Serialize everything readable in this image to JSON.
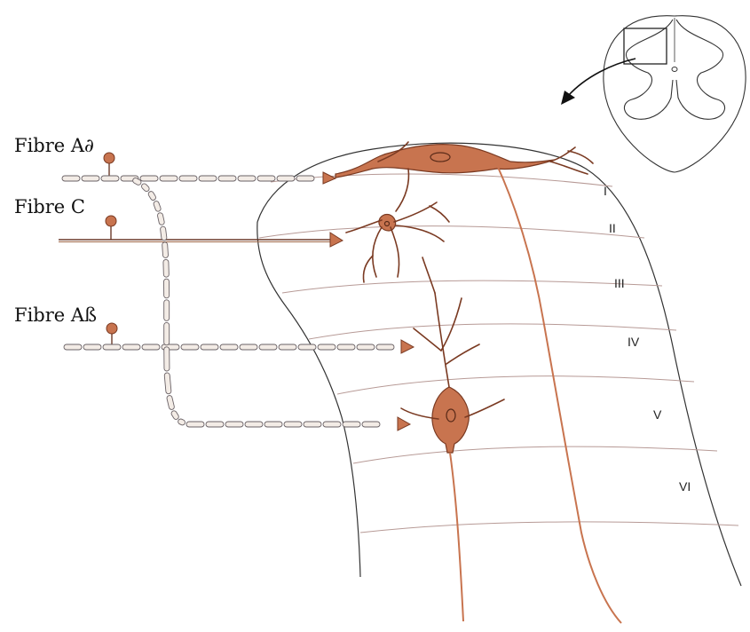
{
  "fibers": [
    {
      "label": "Fibre A∂"
    },
    {
      "label": "Fibre C"
    },
    {
      "label": "Fibre Aß"
    }
  ],
  "laminae": [
    "I",
    "II",
    "III",
    "IV",
    "V",
    "VI"
  ],
  "colors": {
    "neuron": "#c8744f",
    "neuron_outline": "#7a3a22",
    "lamina_line": "#b79a96",
    "myelin": "#f3ece6"
  }
}
